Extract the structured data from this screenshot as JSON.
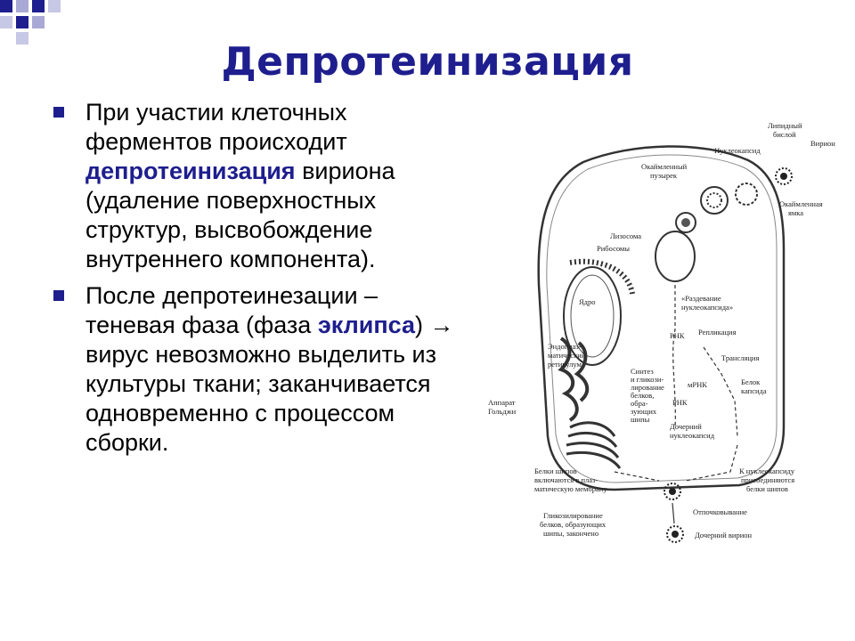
{
  "title": "Депротеинизация",
  "bullets": [
    {
      "text_1": "При участии клеточных ферментов происходит ",
      "highlight": "депротеинизация",
      "text_2": " вириона (удаление поверхностных структур, высвобождение внутреннего компонента)."
    },
    {
      "text_1": "После депротеинезации – теневая фаза (фаза ",
      "highlight": "эклипса",
      "text_2": ") → вирус невозможно выделить из культуры ткани; заканчивается одновременно с процессом сборки."
    }
  ],
  "figure": {
    "labels": {
      "lipid_bilayer_1": "Липидный",
      "lipid_bilayer_2": "бислой",
      "virion": "Вирион",
      "nucleocapsid": "Нуклеокапсид",
      "coated_vesicle_1": "Окаймленный",
      "coated_vesicle_2": "пузырек",
      "coated_pit_1": "Окаймленная",
      "coated_pit_2": "ямка",
      "lysosome": "Лизосома",
      "ribosomes": "Рибосомы",
      "nucleus": "Ядро",
      "uncoating_1": "«Раздевание",
      "uncoating_2": "нуклеокапсида»",
      "rna": "РНК",
      "replication": "Репликация",
      "er_1": "Эндоплаз-",
      "er_2": "матический",
      "er_3": "ретикулум",
      "translation": "Трансляция",
      "synthesis_1": "Синтез",
      "synthesis_2": "и гликози-",
      "synthesis_3": "лирование",
      "synthesis_4": "белков,",
      "synthesis_5": "обра-",
      "synthesis_6": "зующих",
      "synthesis_7": "шипы",
      "mrna": "мРНК",
      "capsid_protein_1": "Белок",
      "capsid_protein_2": "капсида",
      "rna_2": "РНК",
      "golgi_1": "Аппарат",
      "golgi_2": "Гольджи",
      "daughter_nc_1": "Дочерний",
      "daughter_nc_2": "нуклеокапсид",
      "spike_proteins_1": "Белки шипов",
      "spike_proteins_2": "включаются в плаз-",
      "spike_proteins_3": "матическую мембрану",
      "attach_1": "К нуклеокапсиду",
      "attach_2": "присоединяются",
      "attach_3": "белки шипов",
      "glyco_done_1": "Гликозилирование",
      "glyco_done_2": "белков, образующих",
      "glyco_done_3": "шипы, закончено",
      "budding": "Отпочковывание",
      "daughter_virion": "Дочерний вирион"
    }
  }
}
